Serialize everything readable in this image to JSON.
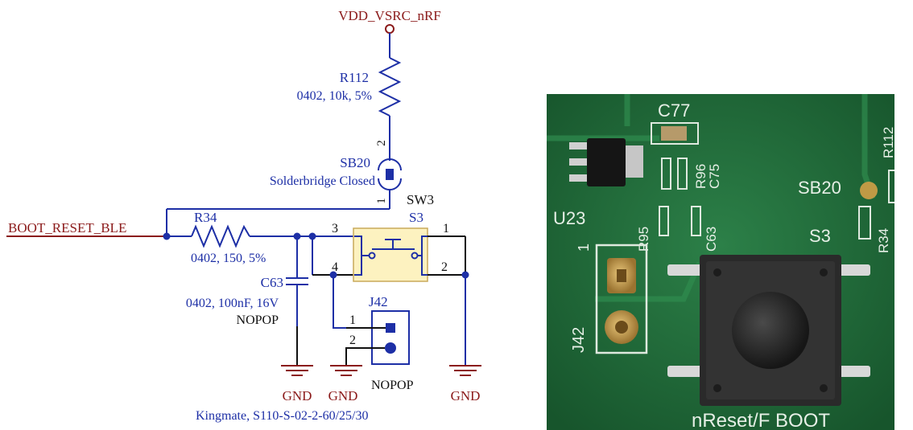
{
  "schematic": {
    "vdd_label": "VDD_VSRC_nRF",
    "r112_ref": "R112",
    "r112_value": "0402, 10k, 5%",
    "sb20_pin": "2",
    "sb20_ref": "SB20",
    "sb20_value": "Solderbridge Closed",
    "sb20_pin1": "1",
    "net_label": "BOOT_RESET_BLE",
    "r34_ref": "R34",
    "r34_value": "0402, 150, 5%",
    "sw3_ref": "SW3",
    "s3_ref": "S3",
    "sw_pin1": "1",
    "sw_pin2": "2",
    "sw_pin3": "3",
    "sw_pin4": "4",
    "c63_ref": "C63",
    "c63_value": "0402, 100nF, 16V",
    "c63_nopop": "NOPOP",
    "j42_ref": "J42",
    "j42_pin1": "1",
    "j42_pin2": "2",
    "j42_nopop": "NOPOP",
    "j42_part": "Kingmate, S110-S-02-2-60/25/30",
    "gnd1": "GND",
    "gnd2": "GND",
    "gnd3": "GND"
  },
  "photo": {
    "c77": "C77",
    "u23": "U23",
    "r96": "R96",
    "c75": "C75",
    "r95": "R95",
    "c63": "C63",
    "sb20": "SB20",
    "r112": "R112",
    "r34": "R34",
    "s3": "S3",
    "j42": "J42",
    "pin1": "1",
    "caption": "nReset/F BOOT"
  },
  "colors": {
    "net_maroon": "#8b1a1a",
    "component_blue": "#1d2fa6",
    "switch_fill": "#fdf2c0",
    "pcb_green": "#1f6e3b"
  }
}
